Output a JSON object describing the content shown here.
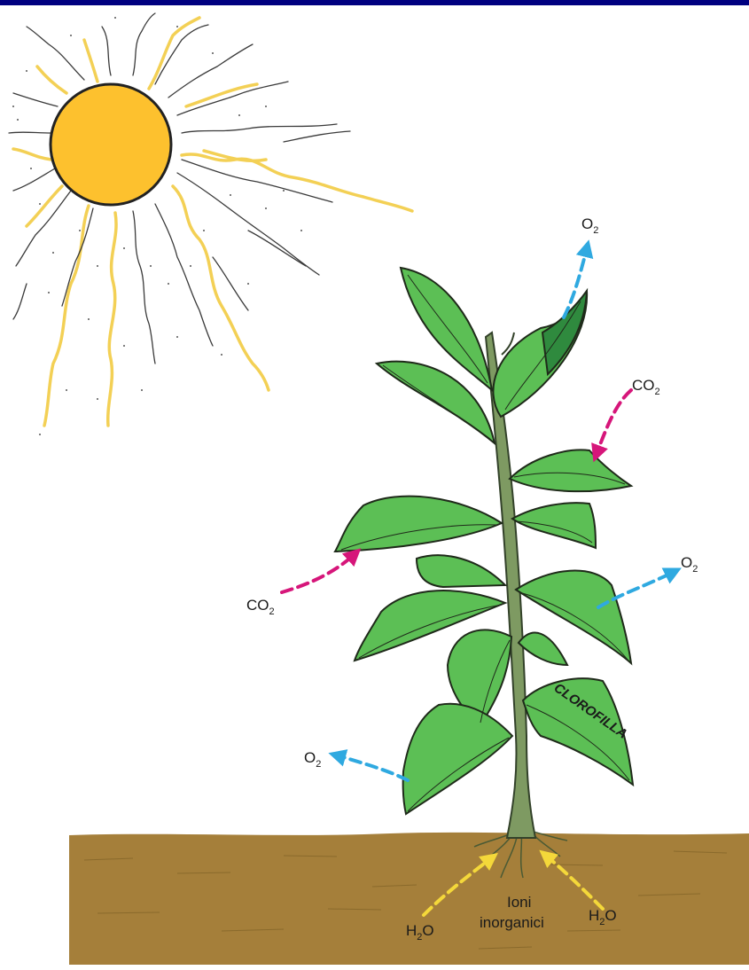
{
  "labels": {
    "o2": "O",
    "o2_sub": "2",
    "co2": "CO",
    "co2_sub": "2",
    "h2o_h": "H",
    "h2o_sub": "2",
    "h2o_o": "O",
    "ioni": "Ioni",
    "inorganici": "inorganici",
    "clorofilla": "CLOROFILLA"
  },
  "colors": {
    "top_bar": "#000080",
    "sun": "#fdc12e",
    "ray_yellow": "#f3d055",
    "ray_dark": "#3a3a3a",
    "leaf": "#5cbf55",
    "leaf_dark": "#2f8a3e",
    "stem": "#6f8f5a",
    "soil": "#a57f3a",
    "o2_arrow": "#2fa9e0",
    "co2_arrow": "#d6167a",
    "h2o_arrow": "#f4d83a"
  }
}
